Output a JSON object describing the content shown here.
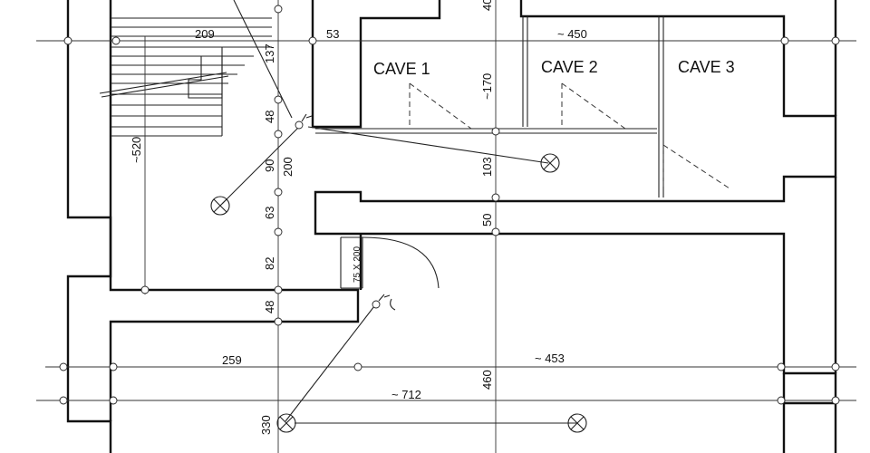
{
  "rooms": [
    {
      "label": "CAVE 1"
    },
    {
      "label": "CAVE 2"
    },
    {
      "label": "CAVE 3"
    }
  ],
  "dimensions": {
    "d209": "209",
    "d53": "53",
    "d450": "~ 450",
    "d48top": "48",
    "d137": "137",
    "d40": "40",
    "d170": "~170",
    "d520": "~520",
    "d90": "90",
    "d200": "200",
    "d103": "103",
    "d63": "63",
    "d50": "50",
    "d82": "82",
    "d48bot": "48",
    "door": "75 X 200",
    "d259": "259",
    "d453": "~ 453",
    "d712": "~ 712",
    "d460": "460",
    "d330": "330"
  },
  "colors": {
    "line": "#111111",
    "paper": "#ffffff"
  }
}
